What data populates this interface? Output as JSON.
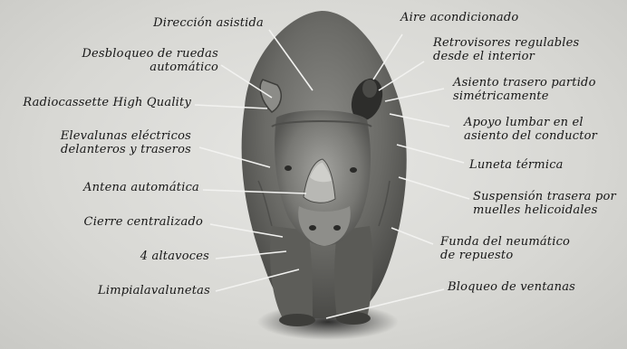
{
  "labels_left": [
    {
      "id": "direccion-asistida",
      "lines": [
        "Dirección asistida"
      ]
    },
    {
      "id": "desbloqueo-ruedas",
      "lines": [
        "Desbloqueo de ruedas",
        "automático"
      ]
    },
    {
      "id": "radiocassette",
      "lines": [
        "Radiocassette High Quality"
      ]
    },
    {
      "id": "elevalunas",
      "lines": [
        "Elevalunas eléctricos",
        "delanteros y traseros"
      ]
    },
    {
      "id": "antena",
      "lines": [
        "Antena automática"
      ]
    },
    {
      "id": "cierre-centralizado",
      "lines": [
        "Cierre centralizado"
      ]
    },
    {
      "id": "altavoces",
      "lines": [
        "4 altavoces"
      ]
    },
    {
      "id": "limpialavalunetas",
      "lines": [
        "Limpialavalunetas"
      ]
    }
  ],
  "labels_right": [
    {
      "id": "aire-acondicionado",
      "lines": [
        "Aire acondicionado"
      ]
    },
    {
      "id": "retrovisores",
      "lines": [
        "Retrovisores regulables",
        "desde el interior"
      ]
    },
    {
      "id": "asiento-trasero",
      "lines": [
        "Asiento trasero partido",
        "simétricamente"
      ]
    },
    {
      "id": "apoyo-lumbar",
      "lines": [
        "Apoyo lumbar en el",
        "asiento del conductor"
      ]
    },
    {
      "id": "luneta-termica",
      "lines": [
        "Luneta térmica"
      ]
    },
    {
      "id": "suspension-trasera",
      "lines": [
        "Suspensión trasera por",
        "muelles helicoidales"
      ]
    },
    {
      "id": "funda-neumatico",
      "lines": [
        "Funda del neumático",
        "de repuesto"
      ]
    },
    {
      "id": "bloqueo-ventanas",
      "lines": [
        "Bloqueo de ventanas"
      ]
    }
  ],
  "colors": {
    "background": "#d9d9d6",
    "text": "#161616",
    "leader": "#f2f2f0",
    "animal": "#6f6f6b"
  }
}
